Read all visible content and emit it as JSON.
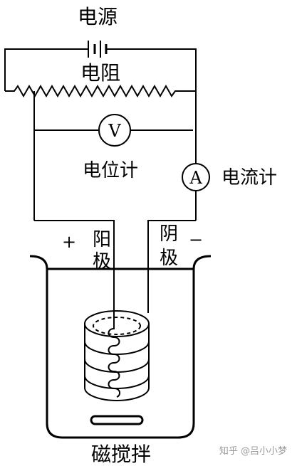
{
  "labels": {
    "power_source": "电源",
    "resistor": "电阻",
    "voltmeter_symbol": "V",
    "potentiometer": "电位计",
    "ammeter_symbol": "A",
    "ammeter": "电流计",
    "anode_sign": "+",
    "anode_char1": "阳",
    "anode_char2": "极",
    "cathode_char1": "阴",
    "cathode_char2": "极",
    "cathode_sign": "−",
    "stirrer": "磁搅拌"
  },
  "watermark": "知乎 @吕小小梦",
  "colors": {
    "line": "#000000",
    "watermark": "#9a9a9a",
    "background": "#ffffff"
  }
}
